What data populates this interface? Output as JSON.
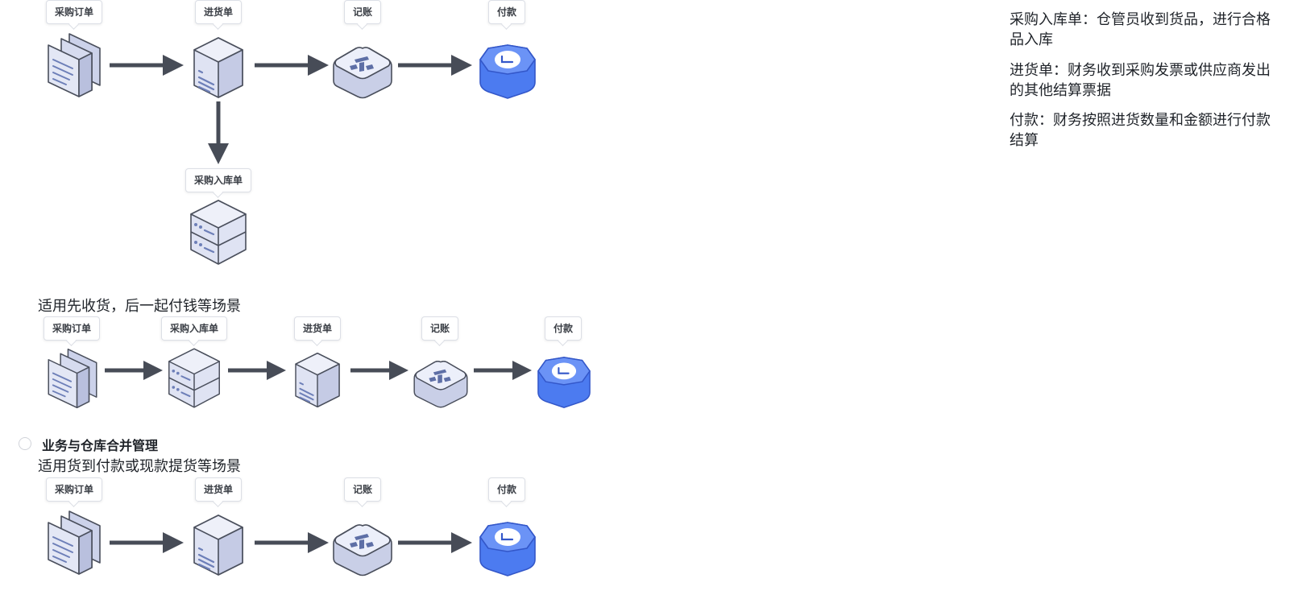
{
  "flow1": {
    "steps": [
      "采购订单",
      "进货单",
      "记账",
      "付款"
    ],
    "branch": "采购入库单"
  },
  "flow2": {
    "caption": "适用先收货，后一起付钱等场景",
    "steps": [
      "采购订单",
      "采购入库单",
      "进货单",
      "记账",
      "付款"
    ]
  },
  "section": {
    "title": "业务与仓库合并管理",
    "caption": "适用货到付款或现款提货等场景"
  },
  "flow3": {
    "steps": [
      "采购订单",
      "进货单",
      "记账",
      "付款"
    ]
  },
  "notes": [
    "采购入库单：仓管员收到货品，进行合格品入库",
    "进货单：财务收到采购发票或供应商发出的其他结算票据",
    "付款：财务按照进货数量和金额进行付款结算"
  ],
  "colors": {
    "arrow": "#474c57",
    "box_face": "#dfe3f3",
    "box_stroke": "#4a4f5c",
    "pay_blue": "#4c7bf0"
  },
  "icons": [
    "documents-icon",
    "invoice-box-icon",
    "ledger-icon",
    "payment-icon",
    "warehouse-icon"
  ]
}
